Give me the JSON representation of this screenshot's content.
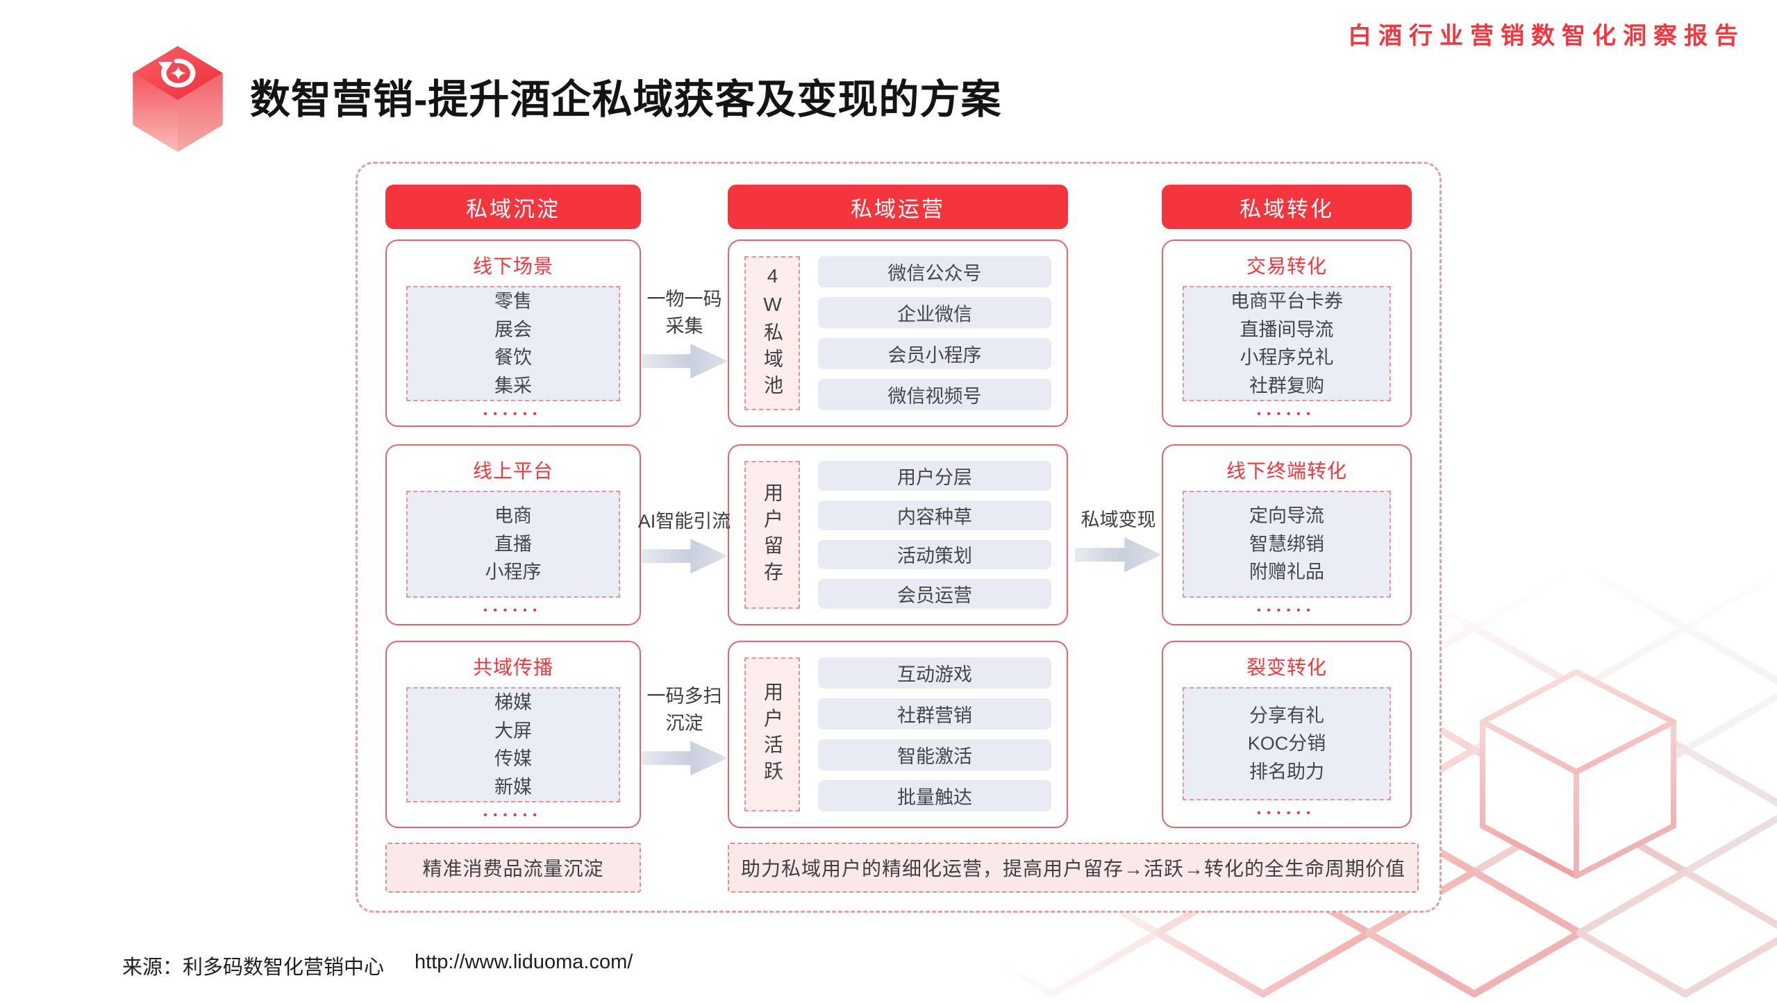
{
  "colors": {
    "accent": "#f4353d",
    "box_border": "#e4646c",
    "pill_bg": "#e8ebf4",
    "panel_bg": "#eaedf6",
    "pink_bg": "#fdeded",
    "note_bg": "#fbe9e9",
    "arrow_gray": "#ccd2df"
  },
  "header": {
    "report_title": "白酒行业营销数智化洞察报告",
    "page_title": "数智营销-提升酒企私域获客及变现的方案",
    "logo_icon": "cube-refresh-sparkle"
  },
  "columns": [
    {
      "header": "私域沉淀",
      "rows": [
        {
          "title": "线下场景",
          "items": [
            "零售",
            "展会",
            "餐饮",
            "集采"
          ],
          "more": "••••••"
        },
        {
          "title": "线上平台",
          "items": [
            "电商",
            "直播",
            "小程序"
          ],
          "more": "••••••"
        },
        {
          "title": "共域传播",
          "items": [
            "梯媒",
            "大屏",
            "传媒",
            "新媒"
          ],
          "more": "••••••"
        }
      ]
    },
    {
      "header": "私域运营",
      "rows": [
        {
          "side_label": "4W私域池",
          "pills": [
            "微信公众号",
            "企业微信",
            "会员小程序",
            "微信视频号"
          ]
        },
        {
          "side_label": "用户留存",
          "pills": [
            "用户分层",
            "内容种草",
            "活动策划",
            "会员运营"
          ]
        },
        {
          "side_label": "用户活跃",
          "pills": [
            "互动游戏",
            "社群营销",
            "智能激活",
            "批量触达"
          ]
        }
      ]
    },
    {
      "header": "私域转化",
      "rows": [
        {
          "title": "交易转化",
          "items": [
            "电商平台卡券",
            "直播间导流",
            "小程序兑礼",
            "社群复购"
          ],
          "more": "••••••"
        },
        {
          "title": "线下终端转化",
          "items": [
            "定向导流",
            "智慧绑销",
            "附赠礼品"
          ],
          "more": "••••••"
        },
        {
          "title": "裂变转化",
          "items": [
            "分享有礼",
            "KOC分销",
            "排名助力"
          ],
          "more": "••••••"
        }
      ]
    }
  ],
  "arrows": [
    {
      "lines": [
        "一物一码",
        "采集"
      ]
    },
    {
      "lines": [
        "AI智能引流"
      ]
    },
    {
      "lines": [
        "一码多扫",
        "沉淀"
      ]
    },
    {
      "lines": [
        "私域变现"
      ]
    }
  ],
  "bottom_notes": [
    {
      "text": "精准消费品流量沉淀"
    },
    {
      "text": "助力私域用户的精细化运营，提高用户留存→活跃→转化的全生命周期价值"
    }
  ],
  "footer": {
    "source": "来源：利多码数智化营销中心",
    "url": "http://www.liduoma.com/"
  }
}
